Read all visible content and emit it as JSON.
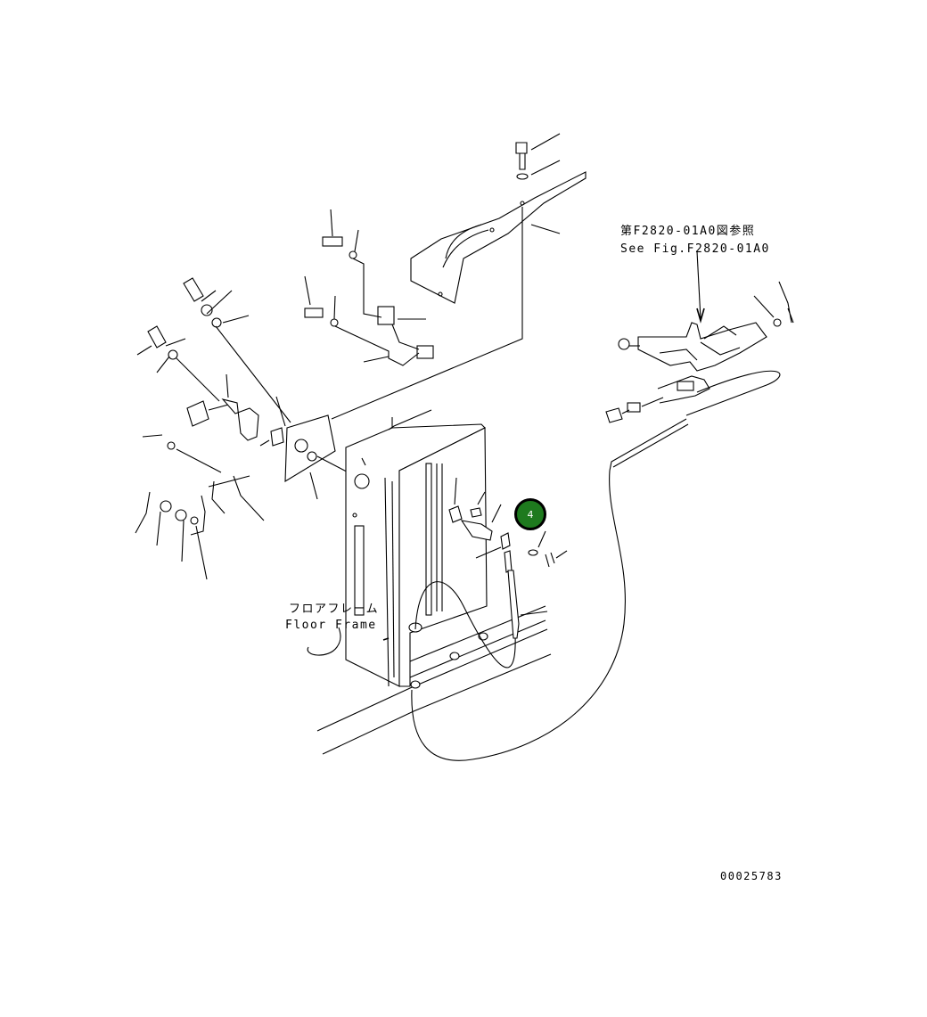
{
  "labels": {
    "ref_jp": "第F2820-01A0図参照",
    "ref_en": "See Fig.F2820-01A0",
    "floor_jp": "フロアフレーム",
    "floor_en": "Floor Frame",
    "drawing_number": "00025783"
  },
  "callout": {
    "number": "4",
    "color": "#1e7a1e"
  }
}
